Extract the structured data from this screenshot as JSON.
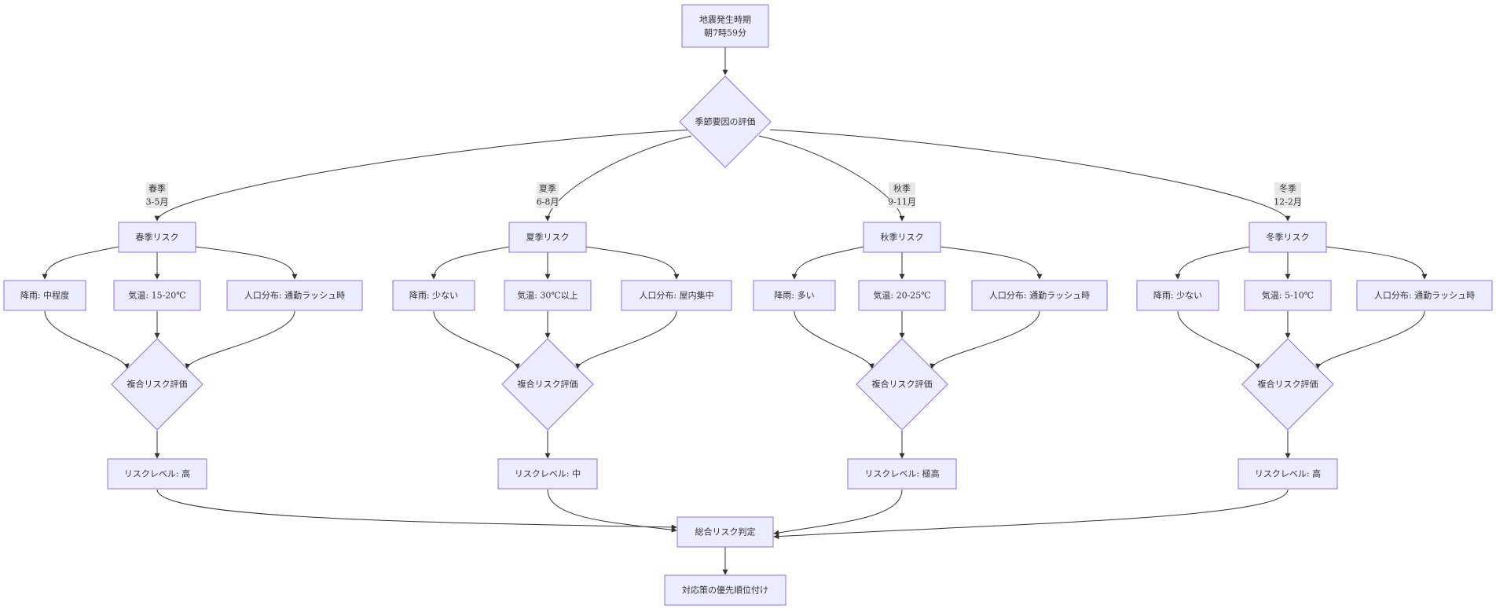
{
  "diagram": {
    "start": {
      "line1": "地震発生時期",
      "line2": "朝7時59分"
    },
    "decision": "季節要因の評価",
    "branches": [
      {
        "label1": "春季",
        "label2": "3-5月",
        "risk": "春季リスク",
        "rain": "降雨: 中程度",
        "temp": "気温: 15-20℃",
        "pop": "人口分布: 通勤ラッシュ時",
        "eval": "複合リスク評価",
        "level": "リスクレベル: 高"
      },
      {
        "label1": "夏季",
        "label2": "6-8月",
        "risk": "夏季リスク",
        "rain": "降雨: 少ない",
        "temp": "気温: 30℃以上",
        "pop": "人口分布: 屋内集中",
        "eval": "複合リスク評価",
        "level": "リスクレベル: 中"
      },
      {
        "label1": "秋季",
        "label2": "9-11月",
        "risk": "秋季リスク",
        "rain": "降雨: 多い",
        "temp": "気温: 20-25℃",
        "pop": "人口分布: 通勤ラッシュ時",
        "eval": "複合リスク評価",
        "level": "リスクレベル: 極高"
      },
      {
        "label1": "冬季",
        "label2": "12-2月",
        "risk": "冬季リスク",
        "rain": "降雨: 少ない",
        "temp": "気温: 5-10℃",
        "pop": "人口分布: 通勤ラッシュ時",
        "eval": "複合リスク評価",
        "level": "リスクレベル: 高"
      }
    ],
    "overall": "総合リスク判定",
    "final": "対応策の優先順位付け"
  },
  "colors": {
    "node_fill": "#ECECFF",
    "node_stroke": "#9370DB",
    "edge": "#333333",
    "label_bg": "#e8e8e8"
  }
}
